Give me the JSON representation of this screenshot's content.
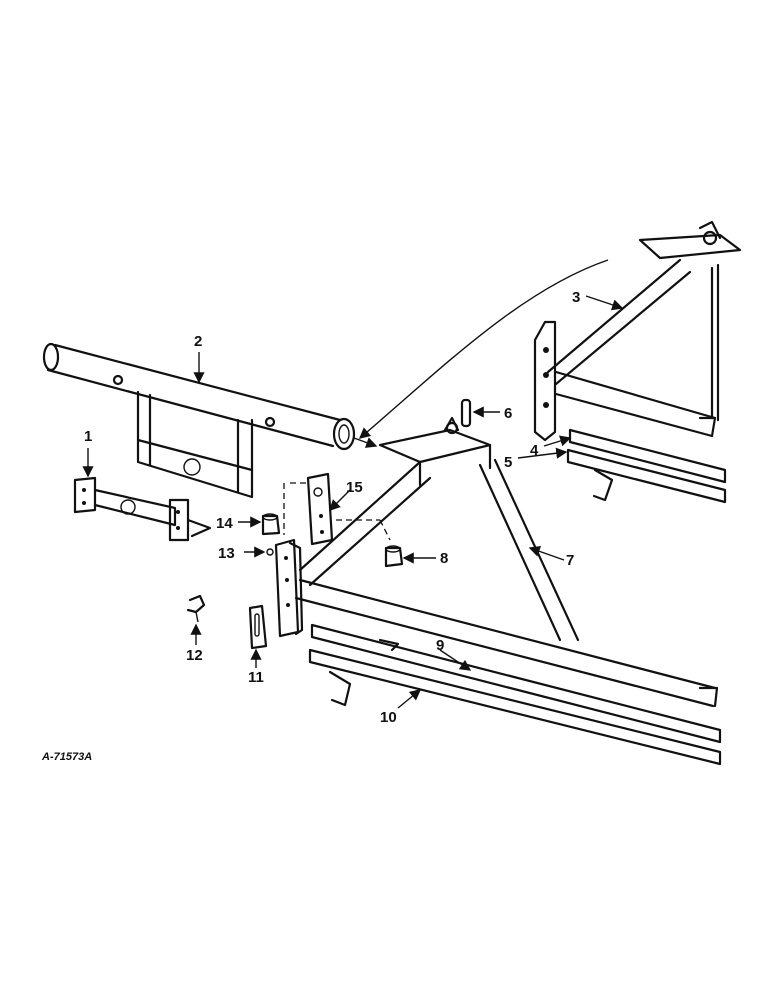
{
  "figure_code": "A-71573A",
  "callouts": [
    "1",
    "2",
    "3",
    "4",
    "5",
    "6",
    "7",
    "8",
    "9",
    "10",
    "11",
    "12",
    "13",
    "14",
    "15"
  ]
}
